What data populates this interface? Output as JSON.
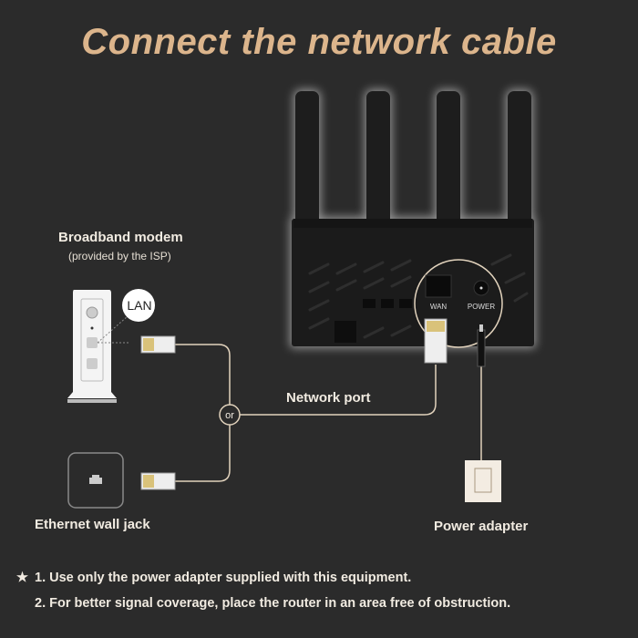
{
  "title": "Connect the network cable",
  "modem": {
    "label": "Broadband modem",
    "sublabel": "(provided by the ISP)",
    "port_label": "LAN"
  },
  "wall_jack": {
    "label": "Ethernet wall jack"
  },
  "or_label": "or",
  "network_port_label": "Network port",
  "router": {
    "wan_label": "WAN",
    "power_label": "POWER"
  },
  "power_adapter": {
    "label": "Power adapter"
  },
  "notes": {
    "icon": "star-icon",
    "items": [
      "1. Use only the power adapter supplied with this equipment.",
      "2. For better signal coverage, place the router in an area free of obstruction."
    ]
  },
  "colors": {
    "title": "#dcb58c",
    "cable": "#e2d3bd",
    "background": "#2b2b2b"
  }
}
